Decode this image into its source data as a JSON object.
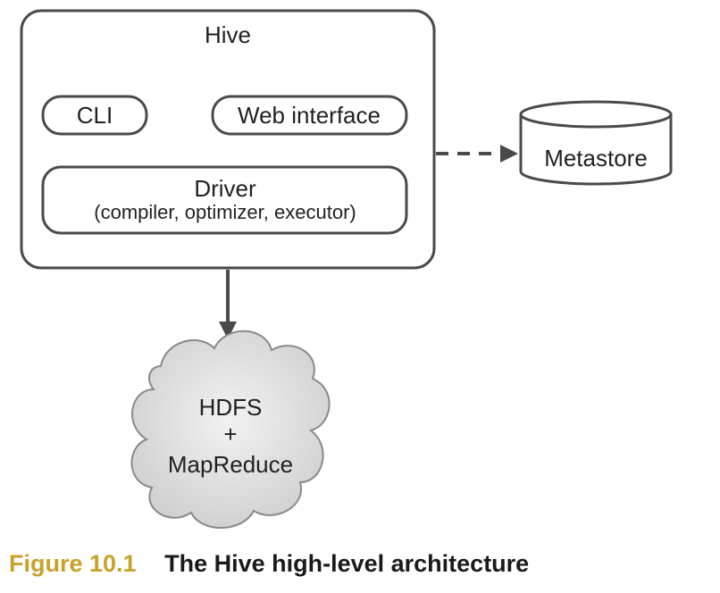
{
  "diagram": {
    "hive_label": "Hive",
    "cli_label": "CLI",
    "web_label": "Web interface",
    "driver_label": "Driver",
    "driver_sub": "(compiler, optimizer, executor)",
    "metastore_label": "Metastore",
    "cloud_line1": "HDFS",
    "cloud_line2": "+",
    "cloud_line3": "MapReduce"
  },
  "caption": {
    "number": "Figure 10.1",
    "title": "The Hive high-level architecture"
  },
  "colors": {
    "stroke": "#4a4a4a",
    "cloud_fill": "#d9d9d9",
    "caption_number": "#c9a22a"
  }
}
